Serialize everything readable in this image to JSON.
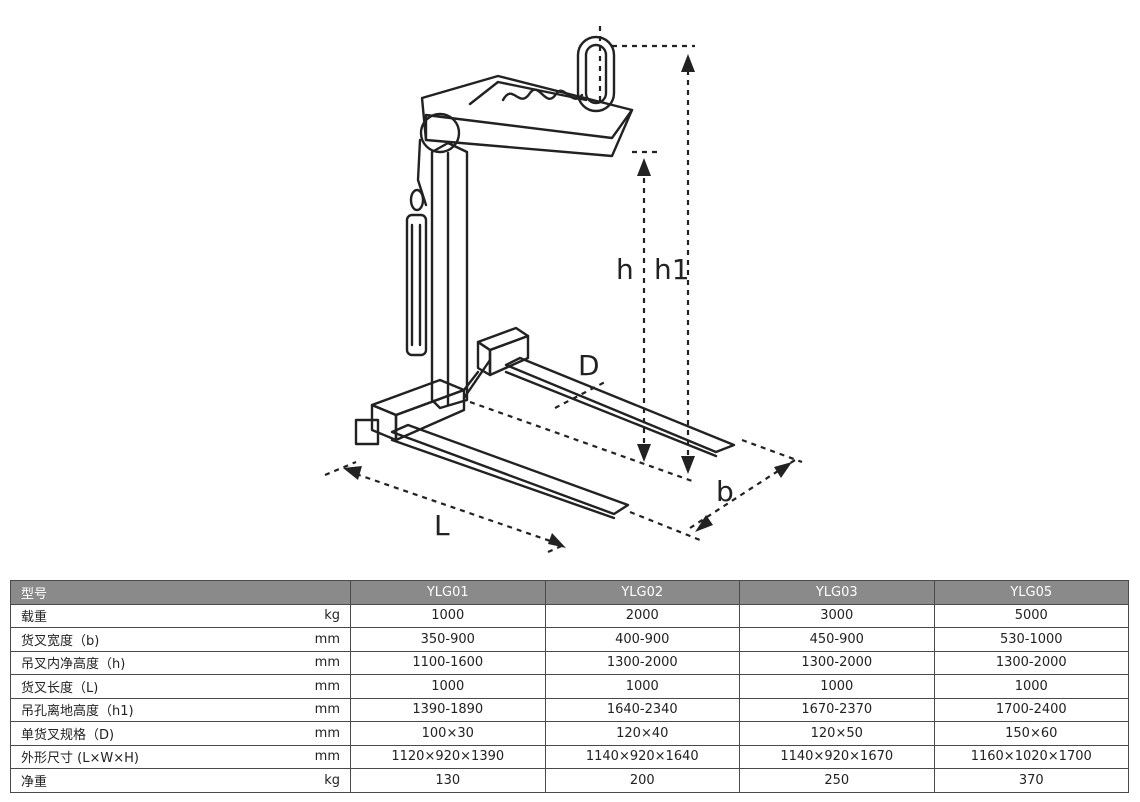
{
  "figure": {
    "labels": {
      "h": "h",
      "h1": "h1",
      "d": "D",
      "b": "b",
      "l": "L"
    }
  },
  "table": {
    "header": {
      "param": "型号",
      "models": [
        "YLG01",
        "YLG02",
        "YLG03",
        "YLG05"
      ]
    },
    "rows": [
      {
        "name": "载重",
        "unit": "kg",
        "values": [
          "1000",
          "2000",
          "3000",
          "5000"
        ]
      },
      {
        "name": "货叉宽度（b)",
        "unit": "mm",
        "values": [
          "350-900",
          "400-900",
          "450-900",
          "530-1000"
        ]
      },
      {
        "name": "吊叉内净高度（h)",
        "unit": "mm",
        "values": [
          "1100-1600",
          "1300-2000",
          "1300-2000",
          "1300-2000"
        ]
      },
      {
        "name": "货叉长度（L)",
        "unit": "mm",
        "values": [
          "1000",
          "1000",
          "1000",
          "1000"
        ]
      },
      {
        "name": "吊孔离地高度（h1)",
        "unit": "mm",
        "values": [
          "1390-1890",
          "1640-2340",
          "1670-2370",
          "1700-2400"
        ]
      },
      {
        "name": "单货叉规格（D)",
        "unit": "mm",
        "values": [
          "100×30",
          "120×40",
          "120×50",
          "150×60"
        ]
      },
      {
        "name": "外形尺寸 (L×W×H)",
        "unit": "mm",
        "values": [
          "1120×920×1390",
          "1140×920×1640",
          "1140×920×1670",
          "1160×1020×1700"
        ]
      },
      {
        "name": "净重",
        "unit": "kg",
        "values": [
          "130",
          "200",
          "250",
          "370"
        ]
      }
    ]
  }
}
